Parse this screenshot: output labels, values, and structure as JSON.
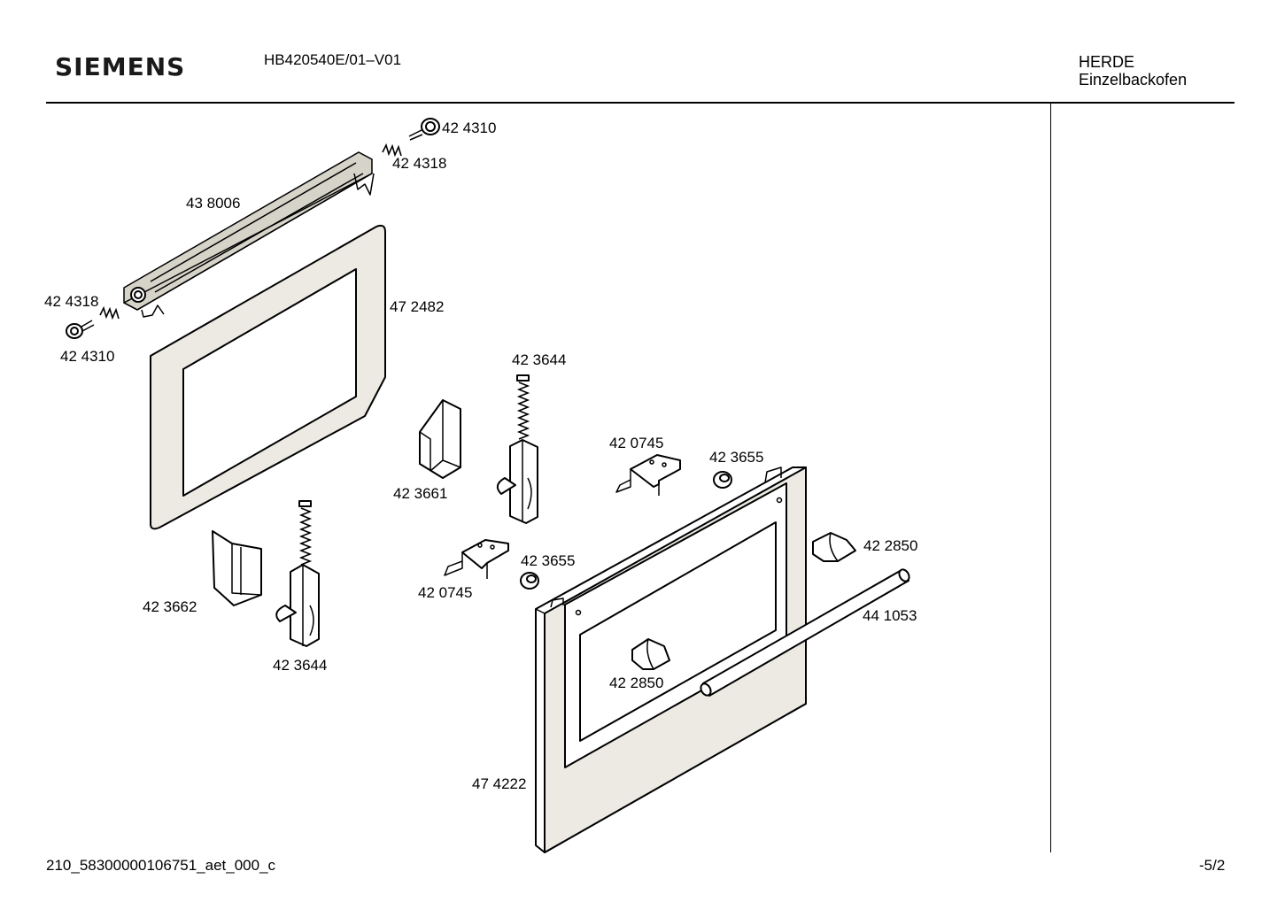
{
  "header": {
    "brand": "SIEMENS",
    "model": "HB420540E/01–V01",
    "category_line1": "HERDE",
    "category_line2": "Einzelbackofen"
  },
  "footer": {
    "code": "210_58300000106751_aet_000_c",
    "page": "-5/2"
  },
  "parts": {
    "knob_top": "42 4310",
    "spring_top": "42 4318",
    "hinge_strip": "43 8006",
    "spring_left": "42 4318",
    "knob_left": "42 4310",
    "inner_glass": "47 2482",
    "hinge_right": "42 3644",
    "bracket_upper": "42 0745",
    "spacer_upper": "42 3655",
    "guide_right": "42 3661",
    "spacer_lower": "42 3655",
    "bracket_lower": "42 0745",
    "guide_left": "42 3662",
    "hinge_left": "42 3644",
    "end_cap_right": "42 2850",
    "handle_bar": "44 1053",
    "end_cap_left": "42 2850",
    "outer_door": "47 4222"
  },
  "colors": {
    "line": "#000000",
    "frame_fill": "#eceae3",
    "shading": "#d6d3c9"
  }
}
